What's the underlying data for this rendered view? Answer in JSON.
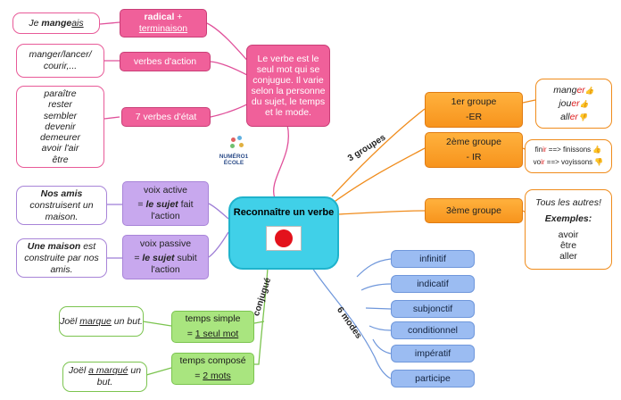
{
  "center": {
    "title": "Reconnaître un verbe"
  },
  "definition": "Le verbe est le seul mot qui se conjugue. Il varie selon la personne du sujet, le temps et le mode.",
  "logo": {
    "text": "NUMÉRO1 ÉCOLE"
  },
  "radical": {
    "bold": "radical",
    "plus": " +",
    "terminaison": "terminaison"
  },
  "radical_note": {
    "prefix": "Je ",
    "stem": "mange",
    "ending": "ais"
  },
  "action": {
    "label": "verbes d'action",
    "note": "manger/lancer/ courir,..."
  },
  "etat": {
    "label": "7 verbes d'état",
    "lines": [
      "paraître",
      "rester",
      "sembler",
      "devenir",
      "demeurer",
      "avoir l'air",
      "être"
    ]
  },
  "voix_active": {
    "line1": "voix active",
    "eq": "= ",
    "sujet": "le sujet",
    "rest": " fait l'action",
    "note_bold": "Nos amis",
    "note_rest": " construisent un maison."
  },
  "voix_passive": {
    "line1": "voix passive",
    "eq": "= ",
    "sujet": "le sujet",
    "rest": " subit l'action",
    "note_bold": "Une maison",
    "note_rest": " est construite par nos amis."
  },
  "conjugue_label": "conjugué",
  "temps_simple": {
    "line1": "temps simple",
    "eq": "= ",
    "value": "1 seul mot",
    "note_a": "Joël ",
    "note_verb": "marque",
    "note_b": " un but."
  },
  "temps_compose": {
    "line1": "temps composé",
    "eq": "= ",
    "value": "2 mots",
    "note_a": "Joël ",
    "note_verb": "a marqué",
    "note_b": " un but."
  },
  "groupes_label": "3 groupes",
  "groupe1": {
    "line1": "1er groupe",
    "line2": "-ER",
    "ex": [
      {
        "stem": "mang",
        "end": "er",
        "mark": "👍"
      },
      {
        "stem": "jou",
        "end": "er",
        "mark": "👍"
      },
      {
        "stem": "all",
        "end": "er",
        "mark": "👎"
      }
    ]
  },
  "groupe2": {
    "line1": "2ème groupe",
    "line2": "- IR",
    "ex": [
      {
        "stem": "fin",
        "end": "ir",
        "arrow": " ==> finissons ",
        "mark": "👍"
      },
      {
        "stem": "vo",
        "end": "ir",
        "arrow": " ==> voyissons ",
        "mark": "👎"
      }
    ]
  },
  "groupe3": {
    "label": "3ème groupe",
    "note1": "Tous les autres!",
    "note2": "Exemples:",
    "ex": [
      "avoir",
      "être",
      "aller"
    ]
  },
  "modes_label": "6 modes",
  "modes": [
    "infinitif",
    "indicatif",
    "subjonctif",
    "conditionnel",
    "impératif",
    "participe"
  ],
  "colors": {
    "pink": "#f0609a",
    "orange": "#f7941d",
    "violet": "#c8a8ee",
    "green": "#a9e57f",
    "blue": "#9bbcf2",
    "center": "#40d0e8"
  }
}
